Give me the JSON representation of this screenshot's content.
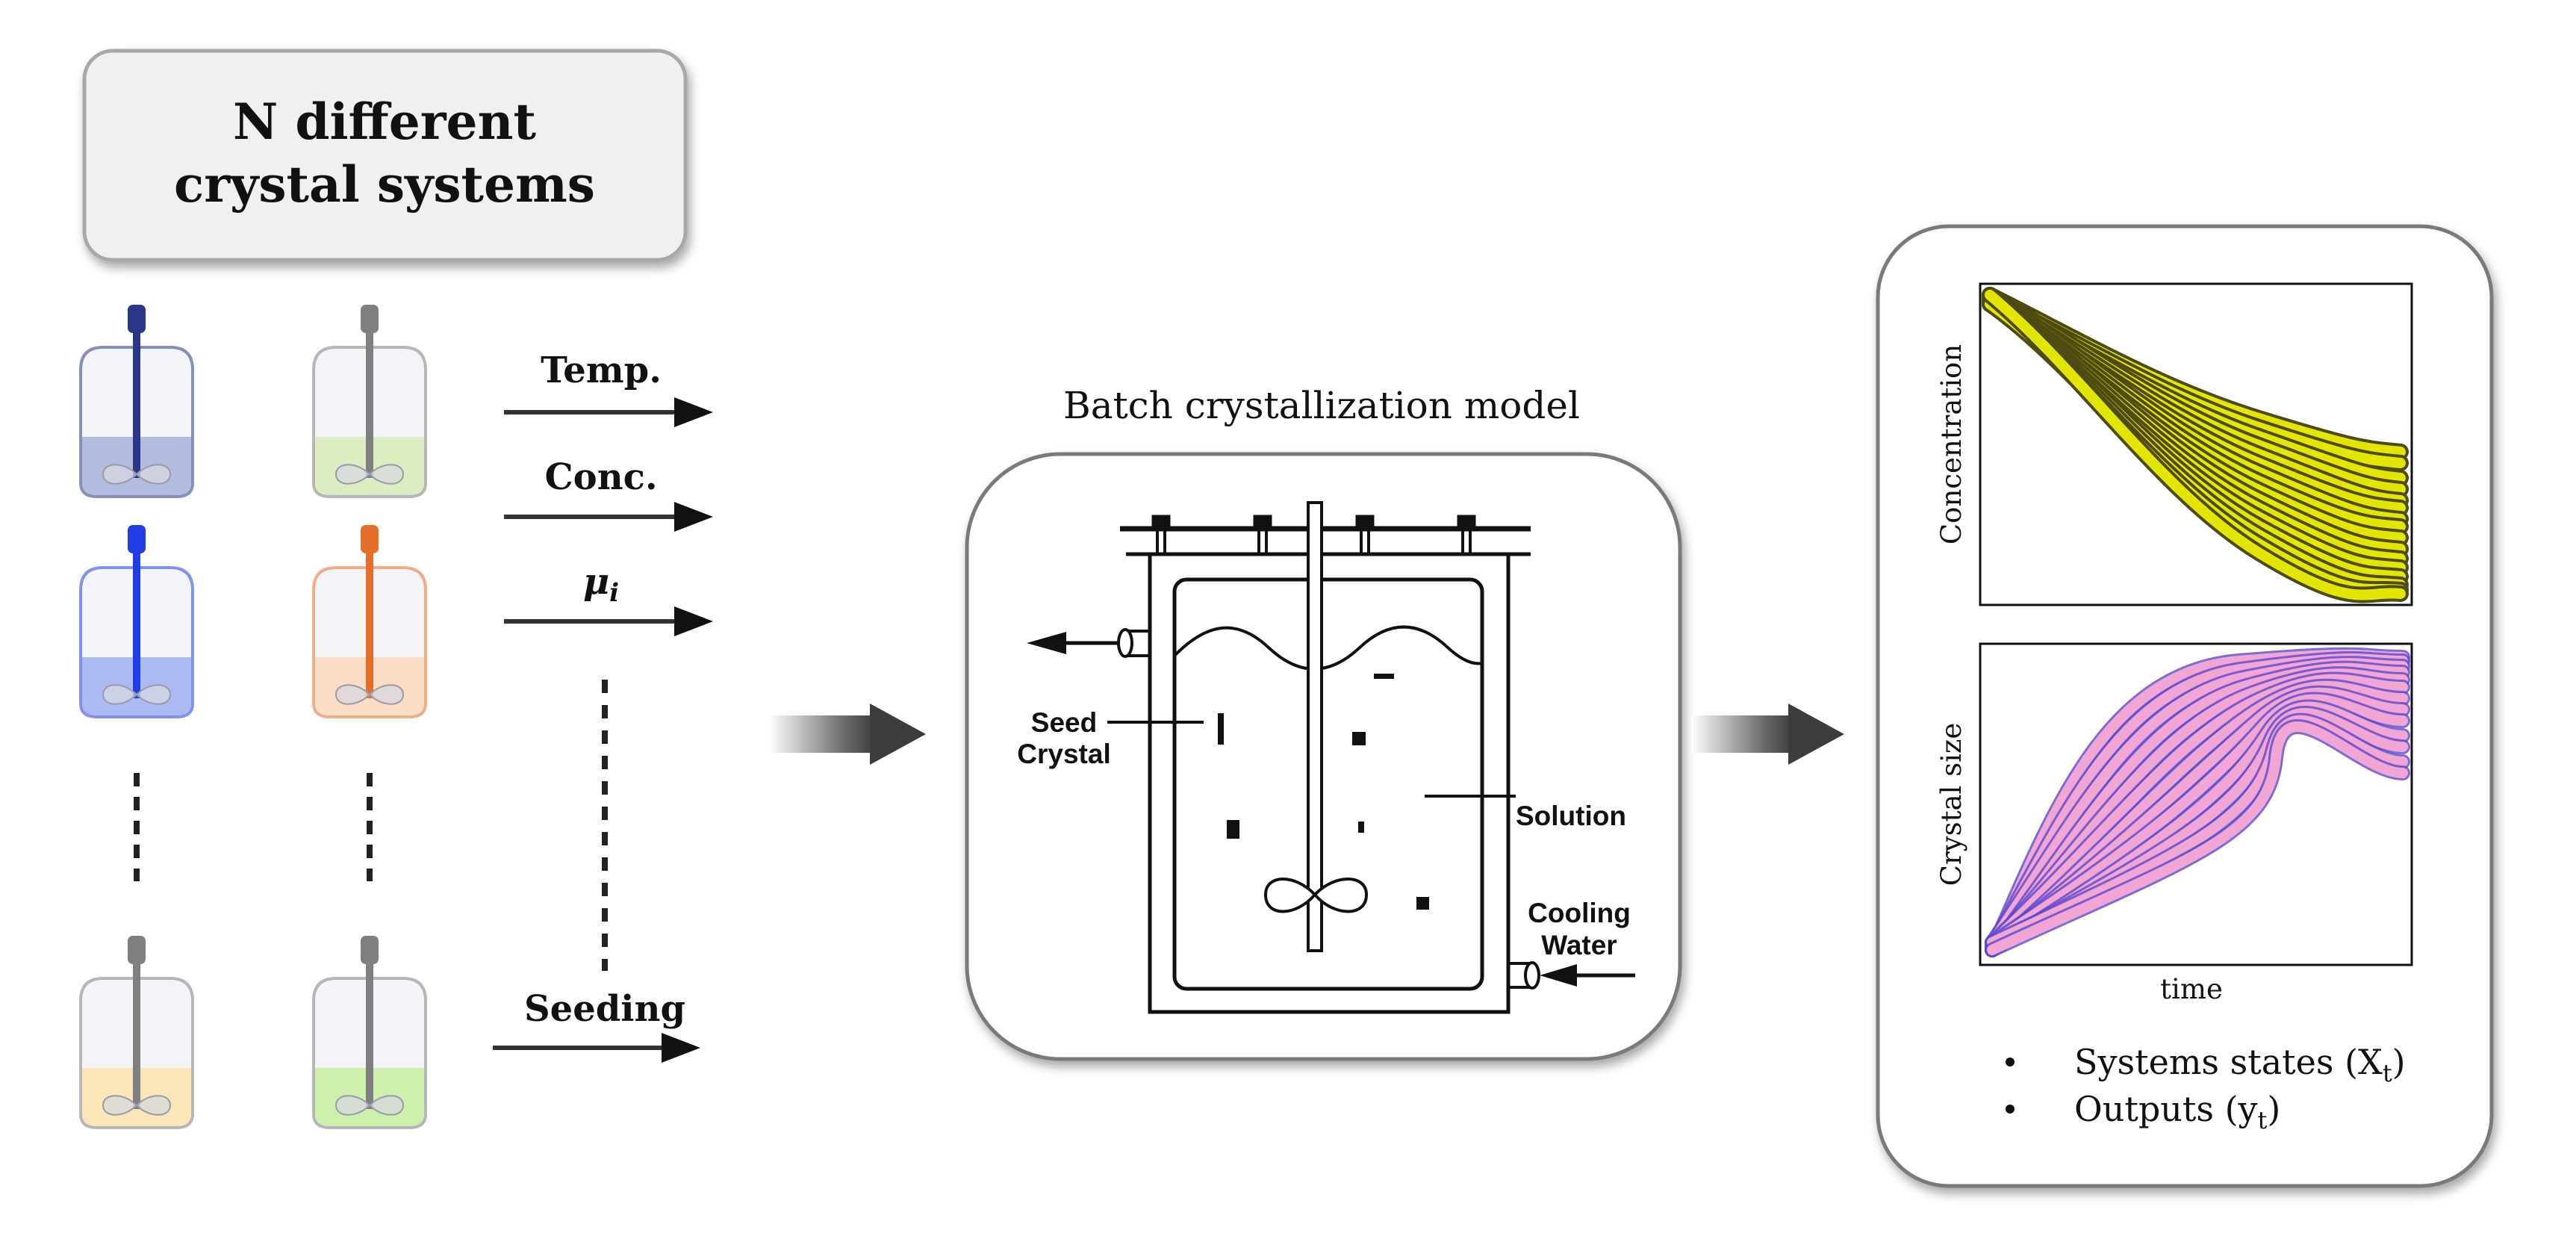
{
  "title_box": {
    "line1": "N different",
    "line2": "crystal systems"
  },
  "vessels": [
    {
      "liquid": "#b3bbde",
      "shaft": "#2b3786"
    },
    {
      "liquid": "#dcedc2",
      "shaft": "#7f7f7f"
    },
    {
      "liquid": "#adbaf2",
      "shaft": "#1f3ce8"
    },
    {
      "liquid": "#fbdcc4",
      "shaft": "#e56f2a"
    },
    {
      "liquid": "#fae6b6",
      "shaft": "#7f7f7f"
    },
    {
      "liquid": "#cdf0aa",
      "shaft": "#7f7f7f"
    }
  ],
  "inputs": {
    "temp": "Temp.",
    "conc": "Conc.",
    "mu": "μ",
    "mu_sub": "i",
    "seeding": "Seeding"
  },
  "model": {
    "title": "Batch crystallization model",
    "seed_line1": "Seed",
    "seed_line2": "Crystal",
    "solution": "Solution",
    "cooling_line1": "Cooling",
    "cooling_line2": "Water"
  },
  "plots": {
    "top_ylabel": "Concentration",
    "bottom_ylabel": "Crystal size",
    "xlabel": "time",
    "top_color": "#e3e600",
    "top_edge": "#4d4a12",
    "bottom_color": "#f2a6d3",
    "bottom_edge": "#5a48cf"
  },
  "outputs": {
    "bullet1_text": "Systems states (X",
    "bullet1_sub": "t",
    "bullet1_end": ")",
    "bullet2_text": "Outputs (y",
    "bullet2_sub": "t",
    "bullet2_end": ")"
  }
}
